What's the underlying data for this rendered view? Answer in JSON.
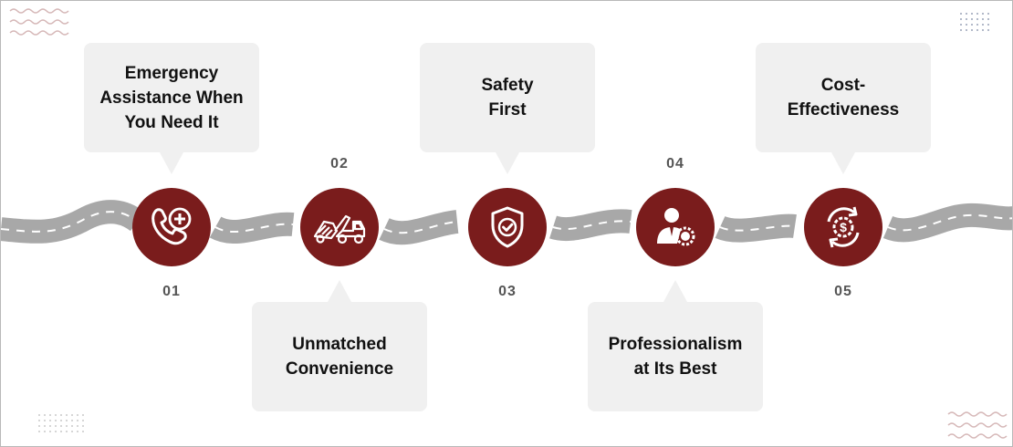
{
  "steps": [
    {
      "number": "01",
      "title": "Emergency\nAssistance When\nYou Need It",
      "icon": "phone-medical-icon"
    },
    {
      "number": "02",
      "title": "Unmatched\nConvenience",
      "icon": "tow-truck-icon"
    },
    {
      "number": "03",
      "title": "Safety\nFirst",
      "icon": "shield-check-icon"
    },
    {
      "number": "04",
      "title": "Professionalism\nat Its Best",
      "icon": "professional-badge-icon"
    },
    {
      "number": "05",
      "title": "Cost-\nEffectiveness",
      "icon": "cost-cycle-icon"
    }
  ],
  "colors": {
    "accent": "#7a1c1c",
    "card": "#f0f0f0",
    "road": "#a8a8a8",
    "road_line": "#ffffff",
    "number": "#555555",
    "decoration": "#d6b8b8"
  }
}
